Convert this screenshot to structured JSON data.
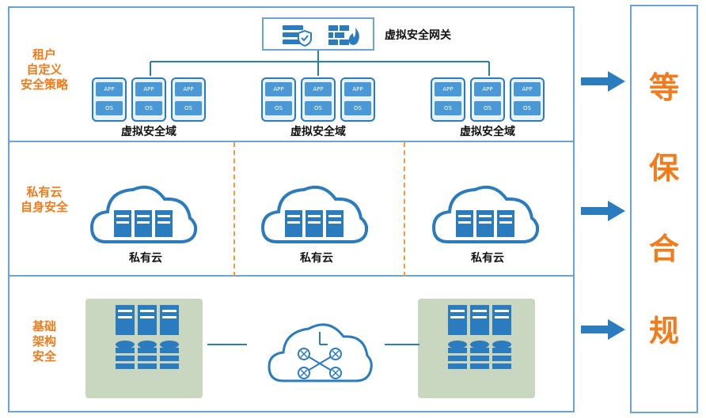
{
  "colors": {
    "accent_orange": "#f07c1c",
    "border_blue": "#6aa3d5",
    "icon_blue": "#2b7bbf"
  },
  "layers": {
    "tenant": {
      "label": "租户\n自定义\n安全策略"
    },
    "private_cloud": {
      "label": "私有云\n自身安全"
    },
    "infra": {
      "label": "基础\n架构\n安全"
    }
  },
  "gateway": {
    "label": "虚拟安全网关",
    "icons": [
      "server-shield-icon",
      "firewall-icon"
    ]
  },
  "vm": {
    "app_label": "APP",
    "os_label": "OS"
  },
  "domains": [
    {
      "label": "虚拟安全域"
    },
    {
      "label": "虚拟安全域"
    },
    {
      "label": "虚拟安全域"
    }
  ],
  "clouds": [
    {
      "label": "私有云"
    },
    {
      "label": "私有云"
    },
    {
      "label": "私有云"
    }
  ],
  "compliance": {
    "chars": [
      "等",
      "保",
      "合",
      "规"
    ]
  }
}
